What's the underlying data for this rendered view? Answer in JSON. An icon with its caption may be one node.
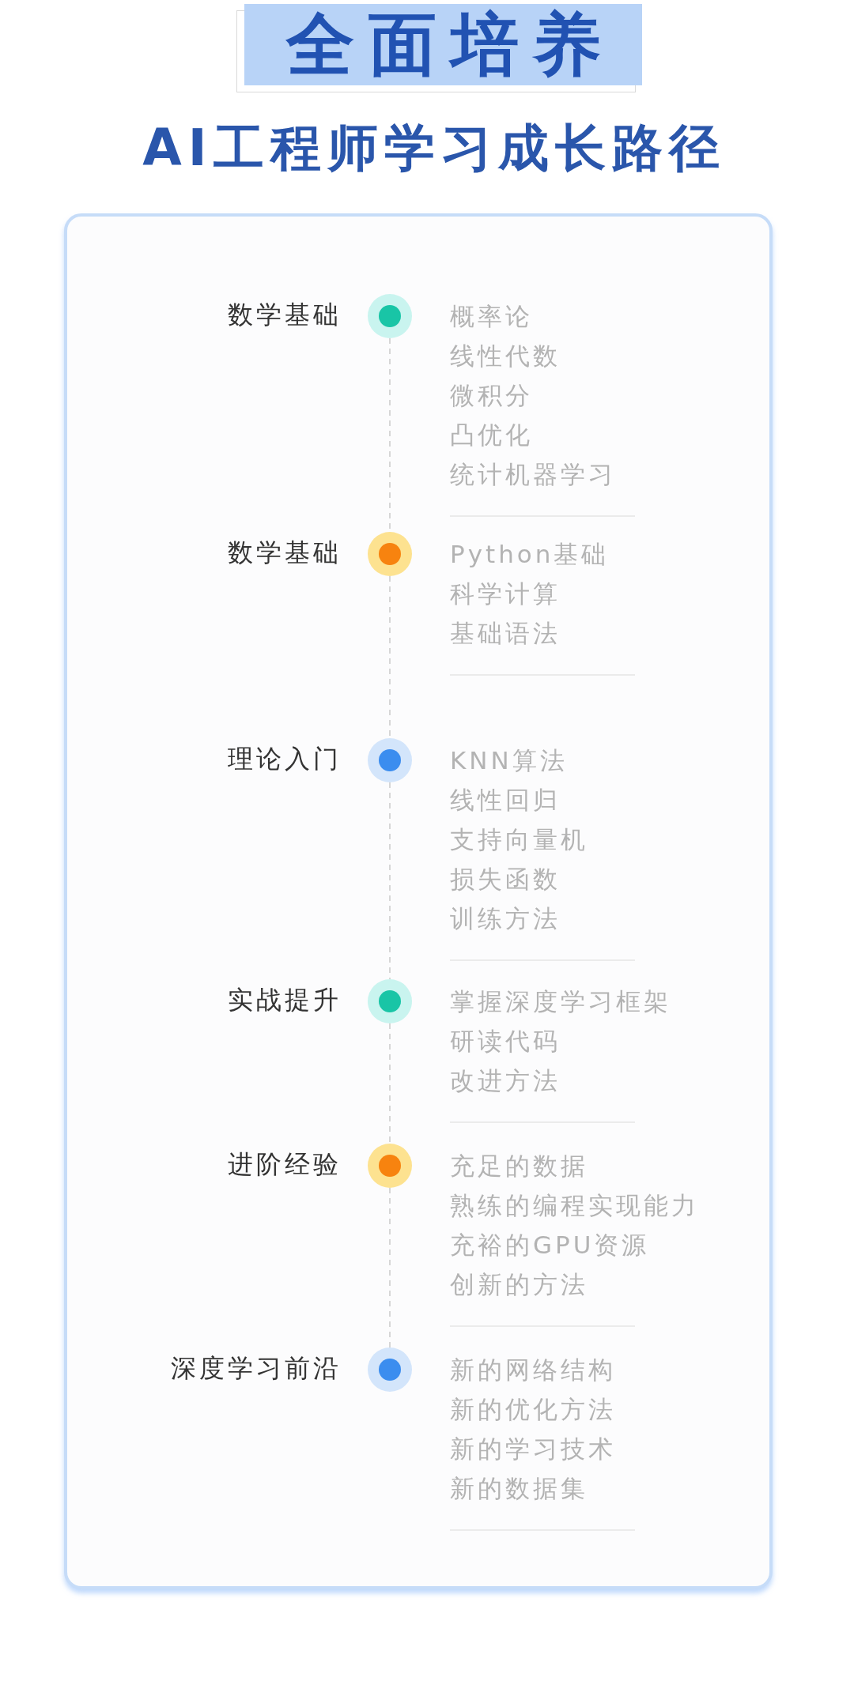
{
  "diagram": {
    "title": "AI工程师学习成长路径",
    "nodes": [
      {
        "text": [
          "全面培养"
        ]
      },
      {
        "text": [],
        "shape": "circle",
        "beside": [
          "数学基础",
          "概率论",
          "线性代数",
          "微积分",
          "凸优化",
          "统计机器学习"
        ]
      },
      {
        "text": [],
        "shape": "circle",
        "beside": [
          "数学基础",
          "Python基础",
          "科学计算",
          "基础语法"
        ]
      },
      {
        "text": [],
        "shape": "circle",
        "beside": [
          "理论入门",
          "KNN算法",
          "线性回归",
          "支持向量机",
          "损失函数",
          "训练方法"
        ]
      },
      {
        "text": [],
        "shape": "circle",
        "beside": [
          "实战提升",
          "掌握深度学习框架",
          "研读代码",
          "改进方法"
        ]
      },
      {
        "text": [],
        "shape": "circle",
        "beside": [
          "进阶经验",
          "充足的数据",
          "熟练的编程实现能力",
          "充裕的GPU资源",
          "创新的方法"
        ]
      },
      {
        "text": [],
        "shape": "circle",
        "beside": [
          "深度学习前沿",
          "新的网络结构",
          "新的优化方法",
          "新的学习技术",
          "新的数据集"
        ]
      }
    ],
    "edges": [
      {
        "from": 1,
        "to": 2,
        "arrow": "none",
        "style": "dashed"
      },
      {
        "from": 2,
        "to": 3,
        "arrow": "none",
        "style": "dashed"
      },
      {
        "from": 3,
        "to": 4,
        "arrow": "none",
        "style": "dashed"
      },
      {
        "from": 4,
        "to": 5,
        "arrow": "none",
        "style": "dashed"
      },
      {
        "from": 5,
        "to": 6,
        "arrow": "none",
        "style": "dashed"
      }
    ]
  }
}
